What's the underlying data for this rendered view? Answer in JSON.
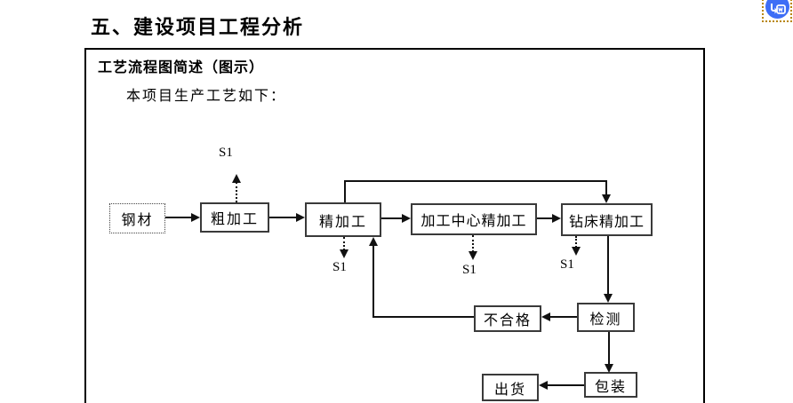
{
  "page": {
    "title": "五、建设项目工程分析",
    "section_heading": "工艺流程图简述（图示）",
    "intro_text": "本项目生产工艺如下："
  },
  "flow": {
    "nodes": [
      {
        "id": "steel",
        "label": "钢材"
      },
      {
        "id": "rough",
        "label": "粗加工"
      },
      {
        "id": "fine",
        "label": "精加工"
      },
      {
        "id": "center-fine",
        "label": "加工中心精加工"
      },
      {
        "id": "drill-fine",
        "label": "钻床精加工"
      },
      {
        "id": "inspect",
        "label": "检测"
      },
      {
        "id": "reject",
        "label": "不合格"
      },
      {
        "id": "pack",
        "label": "包装"
      },
      {
        "id": "ship",
        "label": "出货"
      }
    ],
    "s1": {
      "above_rough": "S1",
      "below_fine": "S1",
      "below_center": "S1",
      "below_drill": "S1"
    }
  },
  "overlay": {
    "floating_button_icon": "translate-icon",
    "floating_button_color": "#3e6ef6",
    "floating_button_outline": "#b8860b"
  }
}
